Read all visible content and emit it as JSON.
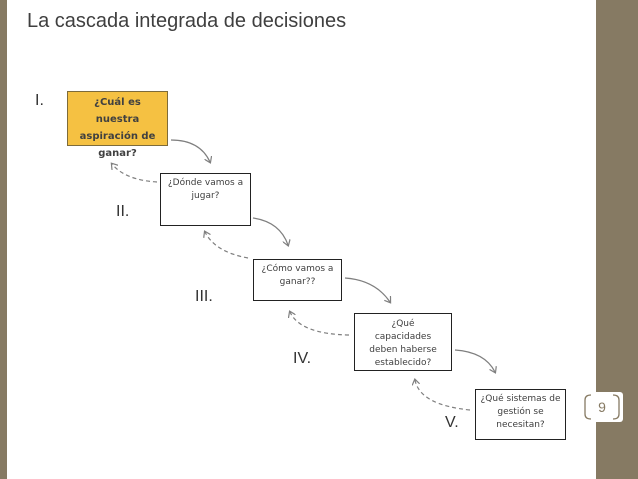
{
  "title": "La cascada integrada de decisiones",
  "steps": [
    {
      "roman": "I.",
      "question": "¿Cuál es nuestra aspiración de ganar?",
      "highlighted": true
    },
    {
      "roman": "II.",
      "question": "¿Dónde vamos a jugar?"
    },
    {
      "roman": "III.",
      "question": "¿Cómo vamos a ganar??"
    },
    {
      "roman": "IV.",
      "question": "¿Qué capacidades deben haberse establecido?"
    },
    {
      "roman": "V.",
      "question": "¿Qué sistemas de gestión se necesitan?"
    }
  ],
  "page_number": "9",
  "colors": {
    "accent_bar": "#867a63",
    "highlight_box": "#f5c142",
    "arrow": "#7f7f7f"
  }
}
